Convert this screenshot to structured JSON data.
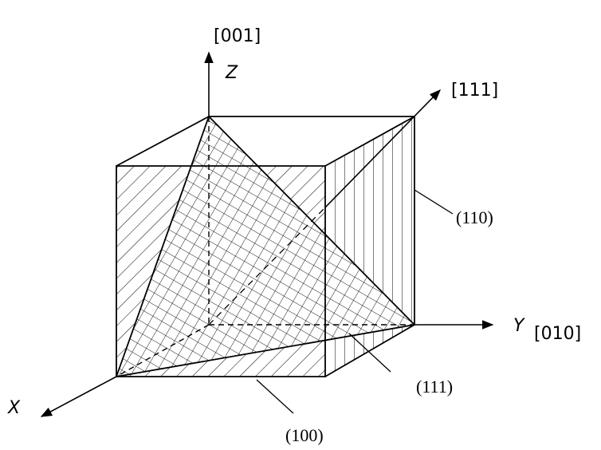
{
  "diagram": {
    "labels": {
      "z_axis": "Z",
      "z_direction": "[001]",
      "x_axis": "X",
      "y_axis": "Y",
      "y_direction": "[010]",
      "diagonal_direction": "[111]",
      "plane_110": "(110)",
      "plane_111": "(111)",
      "plane_100": "(100)"
    },
    "colors": {
      "ink": "#000000",
      "background": "#ffffff"
    }
  }
}
